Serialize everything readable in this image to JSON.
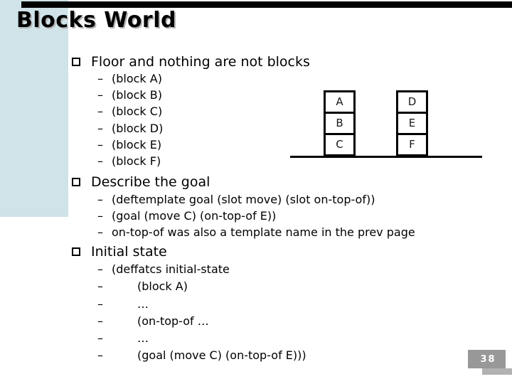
{
  "slide": {
    "title": "Blocks World",
    "page_number": "38"
  },
  "markers": {
    "dash": "–"
  },
  "sections": [
    {
      "heading": "Floor and nothing are not blocks",
      "items": [
        "(block A)",
        "(block B)",
        "(block C)",
        "(block D)",
        "(block E)",
        "(block F)"
      ]
    },
    {
      "heading": "Describe the goal",
      "items": [
        "(deftemplate goal (slot move) (slot on-top-of))",
        "(goal (move C) (on-top-of E))",
        "on-top-of was also a template name in the prev page"
      ]
    },
    {
      "heading": "Initial state",
      "items": [
        "(deffatcs initial-state",
        "(block A)",
        "…",
        "(on-top-of …",
        "…",
        "(goal (move C) (on-top-of E)))"
      ]
    }
  ],
  "diagram": {
    "stacks": [
      [
        "A",
        "B",
        "C"
      ],
      [
        "D",
        "E",
        "F"
      ]
    ]
  },
  "colors": {
    "accent_panel": "#cfe3e8",
    "top_bar": "#000000",
    "page_box": "#989898",
    "page_bar": "#b2b2b2",
    "title_shadow": "#b4b4b4"
  }
}
